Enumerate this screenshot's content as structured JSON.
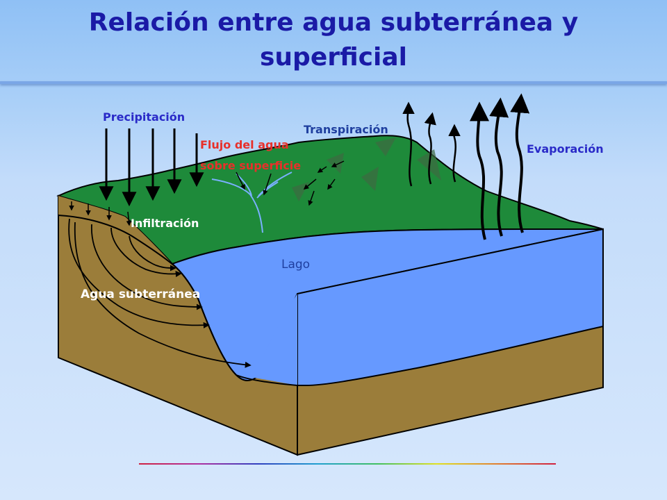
{
  "title": "Relación entre agua subterránea y superficial",
  "labels": {
    "precipitation": "Precipitación",
    "transpiration": "Transpiración",
    "surface_flow_line1": "Flujo del agua",
    "surface_flow_line2": "sobre superficie",
    "evaporation": "Evaporación",
    "infiltration": "Infiltración",
    "lake": "Lago",
    "groundwater": "Agua subterránea"
  },
  "colors": {
    "title": "#1a1aa6",
    "label_blue": "#2a2ac8",
    "label_red": "#e8302a",
    "land_green": "#1e8a3a",
    "soil_brown": "#9b7d3a",
    "lake_blue": "#6699ff"
  }
}
